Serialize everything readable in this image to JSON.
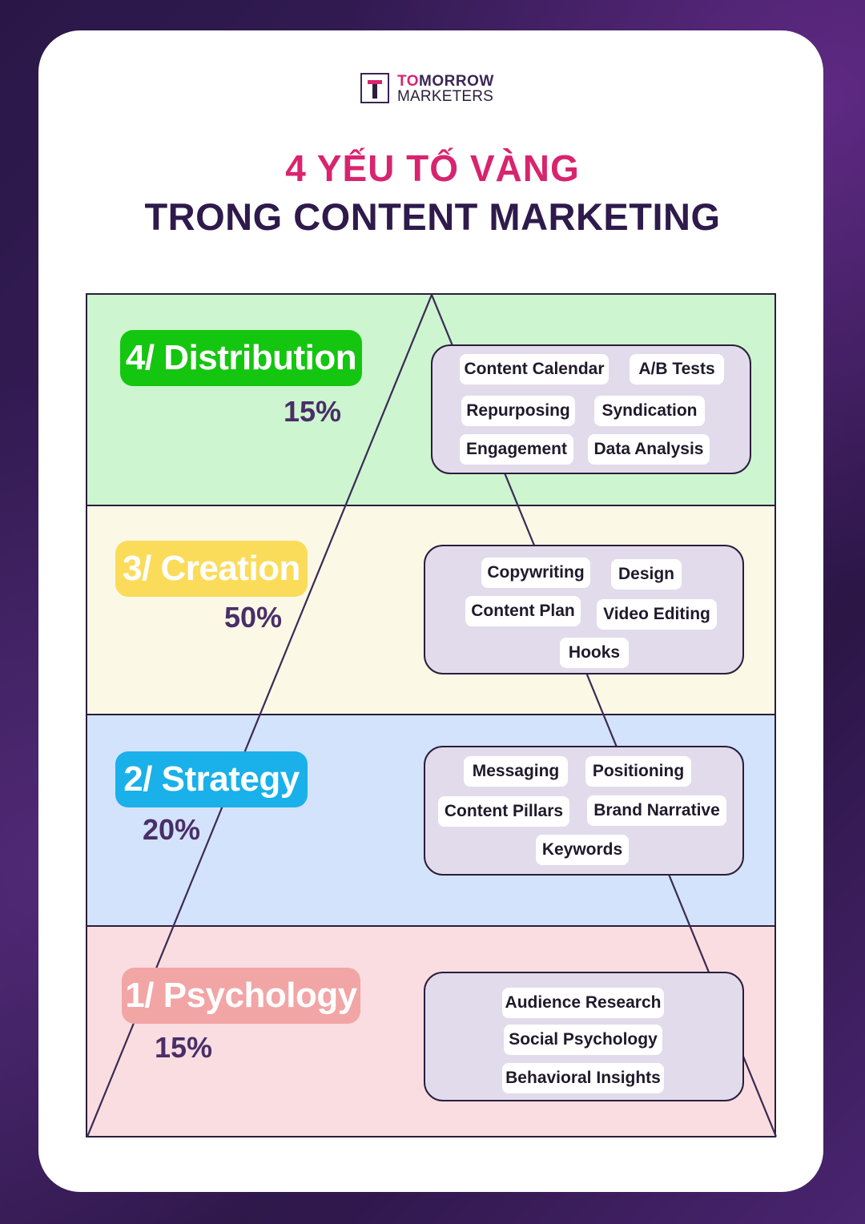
{
  "brand": {
    "name_line1_a": "TO",
    "name_line1_b": "MORROW",
    "name_line2": "MARKETERS"
  },
  "title": {
    "line1": "4 YẾU TỐ VÀNG",
    "line2": "TRONG CONTENT MARKETING"
  },
  "colors": {
    "title_accent": "#d8246f",
    "title_dark": "#2e1a4b",
    "distribution": "#14c60f",
    "creation": "#fbdc5a",
    "strategy": "#1ab0ea",
    "psychology": "#f2a5a5"
  },
  "levels": {
    "distribution": {
      "label": "4/ Distribution",
      "percent": "15%",
      "items": [
        "Content Calendar",
        "A/B Tests",
        "Repurposing",
        "Syndication",
        "Engagement",
        "Data Analysis"
      ]
    },
    "creation": {
      "label": "3/ Creation",
      "percent": "50%",
      "items": [
        "Copywriting",
        "Design",
        "Content Plan",
        "Video Editing",
        "Hooks"
      ]
    },
    "strategy": {
      "label": "2/ Strategy",
      "percent": "20%",
      "items": [
        "Messaging",
        "Positioning",
        "Content Pillars",
        "Brand Narrative",
        "Keywords"
      ]
    },
    "psychology": {
      "label": "1/ Psychology",
      "percent": "15%",
      "items": [
        "Audience Research",
        "Social Psychology",
        "Behavioral Insights"
      ]
    }
  }
}
